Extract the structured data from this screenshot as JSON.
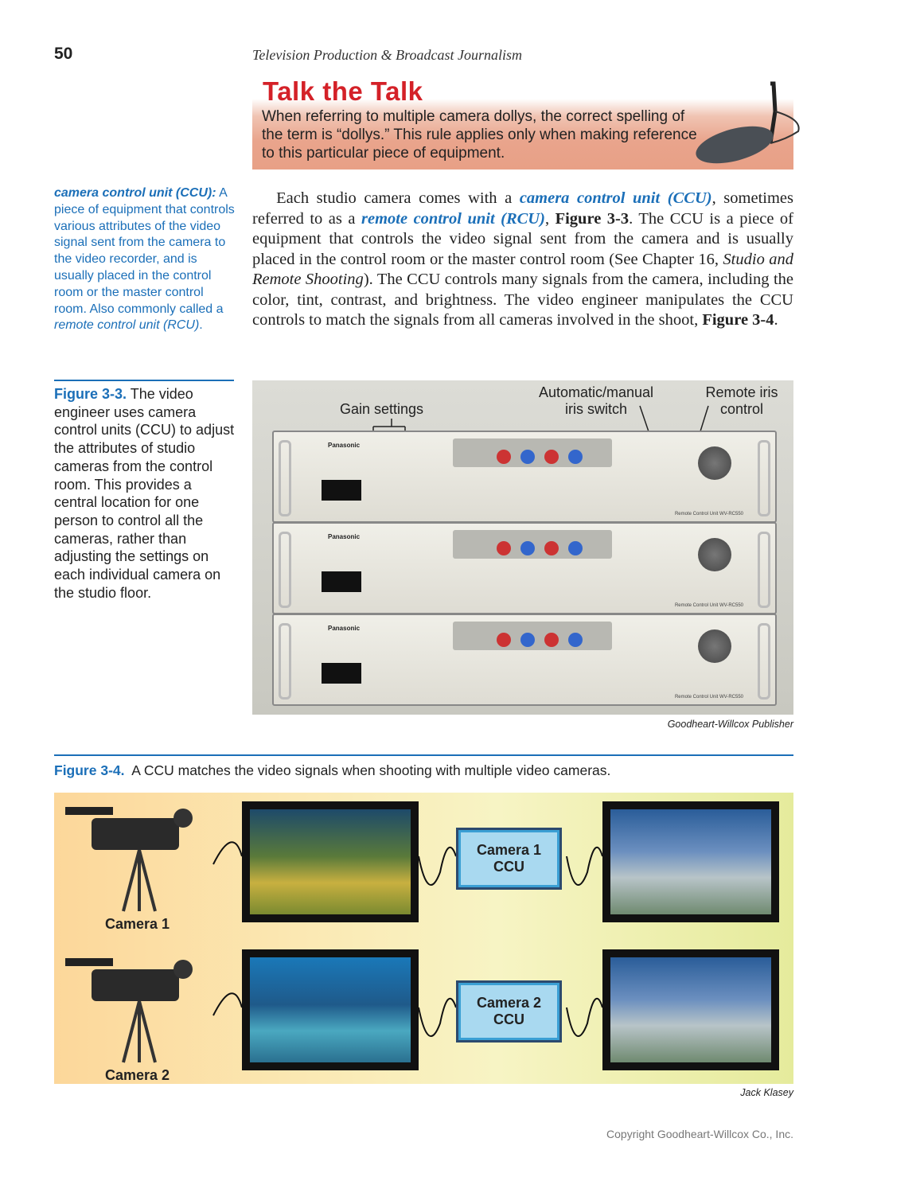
{
  "page_number": "50",
  "running_head": "Television Production & Broadcast Journalism",
  "talk_the_talk": {
    "title": "Talk the Talk",
    "text": "When referring to multiple camera dollys, the correct spelling of the term is “dollys.” This rule applies only when making reference to this particular piece of equipment."
  },
  "glossary": {
    "term": "camera control unit (CCU):",
    "definition": "A piece of equipment that controls various attributes of the video signal sent from the camera to the video recorder, and is usually placed in the control room or the master control room. Also commonly called a ",
    "alt_term": "remote control unit (RCU)",
    "end": "."
  },
  "body": {
    "p1": "Each studio camera comes with a ",
    "term1": "camera control unit (CCU)",
    "p2": ", sometimes referred to as a ",
    "term2": "remote control unit (RCU)",
    "p3": ", ",
    "fig1": "Figure 3-3",
    "p4": ". The CCU is a piece of equipment that controls the video signal sent from the camera and is usually placed in the control room or the master control room (See Chapter 16, ",
    "chapter": "Studio and Remote Shooting",
    "p5": "). The CCU controls many signals from the camera, including the color, tint, contrast, and brightness. The video engineer manipulates the CCU controls to match the signals from all cameras involved in the shoot, ",
    "fig2": "Figure 3-4",
    "p6": "."
  },
  "figure_3_3": {
    "label": "Figure 3-3.",
    "caption": "The video engineer uses camera control units (CCU) to adjust the attributes of studio cameras from the control room. This provides a central location for one person to control all the cameras, rather than adjusting the settings on each individual camera on the studio floor.",
    "callouts": [
      "Gain settings",
      "Automatic/manual iris switch",
      "Remote iris control"
    ],
    "panel_brand": "Panasonic",
    "panel_model": "Remote Control Unit WV-RC550",
    "credit": "Goodheart-Willcox Publisher"
  },
  "figure_3_4": {
    "label": "Figure 3-4.",
    "caption": "A CCU matches the video signals when shooting with multiple video cameras.",
    "rows": [
      {
        "camera": "Camera 1",
        "ccu": "Camera 1\nCCU"
      },
      {
        "camera": "Camera 2",
        "ccu": "Camera 2\nCCU"
      }
    ],
    "credit": "Jack Klasey"
  },
  "copyright": "Copyright Goodheart-Willcox Co., Inc.",
  "colors": {
    "accent_blue": "#1b6fb8",
    "title_red": "#d42128",
    "talk_box": "#e9a48c"
  }
}
